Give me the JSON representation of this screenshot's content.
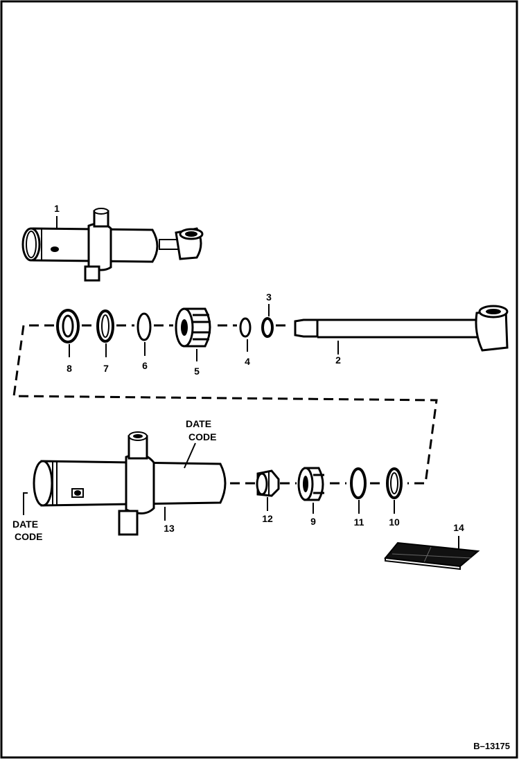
{
  "figure": {
    "figure_number": "B–13175",
    "parts": [
      {
        "id": "p1",
        "number": "1"
      },
      {
        "id": "p2",
        "number": "2"
      },
      {
        "id": "p3",
        "number": "3"
      },
      {
        "id": "p4",
        "number": "4"
      },
      {
        "id": "p5",
        "number": "5"
      },
      {
        "id": "p6",
        "number": "6"
      },
      {
        "id": "p7",
        "number": "7"
      },
      {
        "id": "p8",
        "number": "8"
      },
      {
        "id": "p9",
        "number": "9"
      },
      {
        "id": "p10",
        "number": "10"
      },
      {
        "id": "p11",
        "number": "11"
      },
      {
        "id": "p12",
        "number": "12"
      },
      {
        "id": "p13",
        "number": "13"
      },
      {
        "id": "p14",
        "number": "14"
      }
    ],
    "date_code_labels": {
      "left": {
        "line1": "DATE",
        "line2": "CODE"
      },
      "top": {
        "line1": "DATE",
        "line2": "CODE"
      }
    }
  }
}
